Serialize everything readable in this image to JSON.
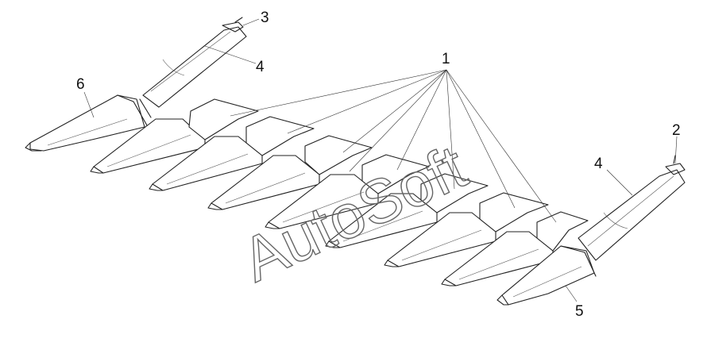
{
  "callouts": [
    {
      "id": "1",
      "text": "1"
    },
    {
      "id": "2",
      "text": "2"
    },
    {
      "id": "3",
      "text": "3"
    },
    {
      "id": "4a",
      "text": "4"
    },
    {
      "id": "4b",
      "text": "4"
    },
    {
      "id": "5",
      "text": "5"
    },
    {
      "id": "6",
      "text": "6"
    }
  ],
  "watermark": "AutoSoft"
}
